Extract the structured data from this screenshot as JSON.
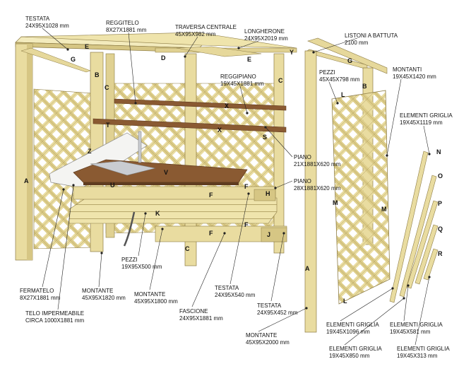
{
  "colors": {
    "wood": "#e9dca0",
    "wood_light": "#f3ebbd",
    "wood_dark": "#b9a765",
    "edge": "#8d7c45",
    "counter": "#8a5a32",
    "counter_dark": "#5f3c1f",
    "sheet": "#f4f4f2",
    "sink": "#c9ccd1",
    "leader": "#222222"
  },
  "labels": [
    {
      "id": "testata-top",
      "title": "TESTATA",
      "dims": "24X95X1028 mm"
    },
    {
      "id": "reggitelo",
      "title": "REGGITELO",
      "dims": "8X27X1881 mm"
    },
    {
      "id": "traversa-centrale",
      "title": "TRAVERSA CENTRALE",
      "dims": "45X95X982 mm"
    },
    {
      "id": "longherone",
      "title": "LONGHERONE",
      "dims": "24X95X2019 mm"
    },
    {
      "id": "listoni-battuta",
      "title": "LISTONI A BATTUTA",
      "dims": "2100 mm"
    },
    {
      "id": "reggipiano",
      "title": "REGGIPIANO",
      "dims": "19X45X1881 mm"
    },
    {
      "id": "pezzi-top",
      "title": "PEZZI",
      "dims": "45X45X798 mm"
    },
    {
      "id": "montanti",
      "title": "MONTANTI",
      "dims": "19X45X1420 mm"
    },
    {
      "id": "elementi-griglia-top",
      "title": "ELEMENTI GRIGLIA",
      "dims": "19X45X1119 mm"
    },
    {
      "id": "piano-1",
      "title": "PIANO",
      "dims": "21X1881X620 mm"
    },
    {
      "id": "piano-2",
      "title": "PIANO",
      "dims": "28X1881X620 mm"
    },
    {
      "id": "pezzi-bottom",
      "title": "PEZZI",
      "dims": "19X95X500 mm"
    },
    {
      "id": "fermatelo",
      "title": "FERMATELO",
      "dims": "8X27X1881 mm"
    },
    {
      "id": "montante-1820",
      "title": "MONTANTE",
      "dims": "45X95X1820 mm"
    },
    {
      "id": "montante-1800",
      "title": "MONTANTE",
      "dims": "45X95X1800 mm"
    },
    {
      "id": "testata-540",
      "title": "TESTATA",
      "dims": "24X95X540 mm"
    },
    {
      "id": "telo",
      "title": "TELO IMPERMEABILE",
      "dims": "CIRCA 1000X1881 mm"
    },
    {
      "id": "fascione",
      "title": "FASCIONE",
      "dims": "24X95X1881 mm"
    },
    {
      "id": "testata-452",
      "title": "TESTATA",
      "dims": "24X95X452 mm"
    },
    {
      "id": "elementi-griglia-1096",
      "title": "ELEMENTI GRIGLIA",
      "dims": "19X45X1096 mm"
    },
    {
      "id": "elementi-griglia-581",
      "title": "ELEMENTI GRIGLIA",
      "dims": "19X45X581 mm"
    },
    {
      "id": "montante-2000",
      "title": "MONTANTE",
      "dims": "45X95X2000 mm"
    },
    {
      "id": "elementi-griglia-850",
      "title": "ELEMENTI GRIGLIA",
      "dims": "19X45X850 mm"
    },
    {
      "id": "elementi-griglia-313",
      "title": "ELEMENTI GRIGLIA",
      "dims": "19X45X313 mm"
    }
  ],
  "part_letters": [
    {
      "id": "E1",
      "text": "E"
    },
    {
      "id": "G1",
      "text": "G"
    },
    {
      "id": "D",
      "text": "D"
    },
    {
      "id": "Y",
      "text": "Y"
    },
    {
      "id": "E2",
      "text": "E"
    },
    {
      "id": "G2",
      "text": "G"
    },
    {
      "id": "B1",
      "text": "B"
    },
    {
      "id": "C1",
      "text": "C"
    },
    {
      "id": "C2",
      "text": "C"
    },
    {
      "id": "L1",
      "text": "L"
    },
    {
      "id": "B2",
      "text": "B"
    },
    {
      "id": "X1",
      "text": "X"
    },
    {
      "id": "T",
      "text": "T"
    },
    {
      "id": "X2",
      "text": "X"
    },
    {
      "id": "S",
      "text": "S"
    },
    {
      "id": "Z",
      "text": "Z"
    },
    {
      "id": "N",
      "text": "N"
    },
    {
      "id": "A1",
      "text": "A"
    },
    {
      "id": "V",
      "text": "V"
    },
    {
      "id": "O",
      "text": "O"
    },
    {
      "id": "U",
      "text": "U"
    },
    {
      "id": "F1",
      "text": "F"
    },
    {
      "id": "F2",
      "text": "F"
    },
    {
      "id": "H",
      "text": "H"
    },
    {
      "id": "M1",
      "text": "M"
    },
    {
      "id": "M2",
      "text": "M"
    },
    {
      "id": "P",
      "text": "P"
    },
    {
      "id": "K",
      "text": "K"
    },
    {
      "id": "F3",
      "text": "F"
    },
    {
      "id": "F4",
      "text": "F"
    },
    {
      "id": "J",
      "text": "J"
    },
    {
      "id": "Q",
      "text": "Q"
    },
    {
      "id": "R",
      "text": "R"
    },
    {
      "id": "C3",
      "text": "C"
    },
    {
      "id": "A2",
      "text": "A"
    },
    {
      "id": "L2",
      "text": "L"
    }
  ]
}
